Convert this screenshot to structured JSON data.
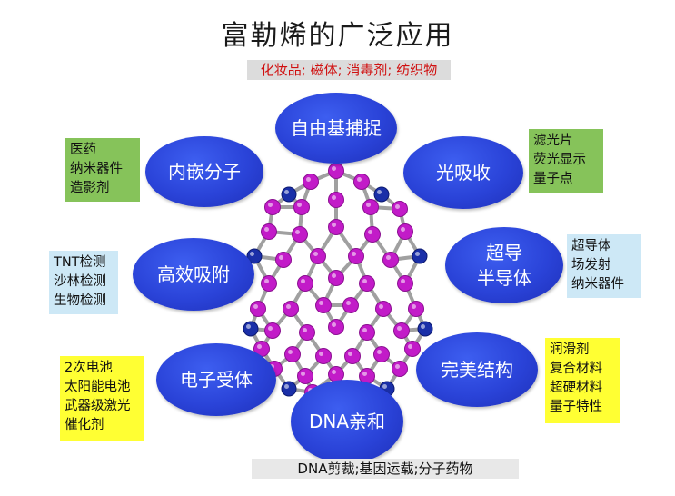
{
  "title": "富勒烯的广泛应用",
  "top_banner": "化妆品; 磁体; 消毒剂; 纺织物",
  "bottom_banner": "DNA剪裁;基因运载;分子药物",
  "nodes": {
    "free_radical": "自由基捕捉",
    "embedded": "内嵌分子",
    "light_absorb": "光吸收",
    "adsorption": "高效吸附",
    "superconductor": "超导\n半导体",
    "electron_acceptor": "电子受体",
    "perfect_structure": "完美结构",
    "dna": "DNA亲和"
  },
  "boxes": {
    "medicine": [
      "医药",
      "纳米器件",
      "造影剂"
    ],
    "light": [
      "滤光片",
      "荧光显示",
      "量子点"
    ],
    "detect": [
      "TNT检测",
      "沙林检测",
      "生物检测"
    ],
    "supercond": [
      "超导体",
      "场发射",
      "纳米器件"
    ],
    "battery": [
      "2次电池",
      "太阳能电池",
      "武器级激光",
      "催化剂"
    ],
    "material": [
      "润滑剂",
      "复合材料",
      "超硬材料",
      "量子特性"
    ]
  },
  "colors": {
    "ellipse": "#2a43d8",
    "atom_magenta": "#c21bc8",
    "atom_blue": "#1a2fa8",
    "bond": "#a0a0a0",
    "green_box": "#86c35a",
    "blue_box": "#cde8f6",
    "yellow_box": "#ffff33",
    "banner_red_text": "#d01010"
  }
}
